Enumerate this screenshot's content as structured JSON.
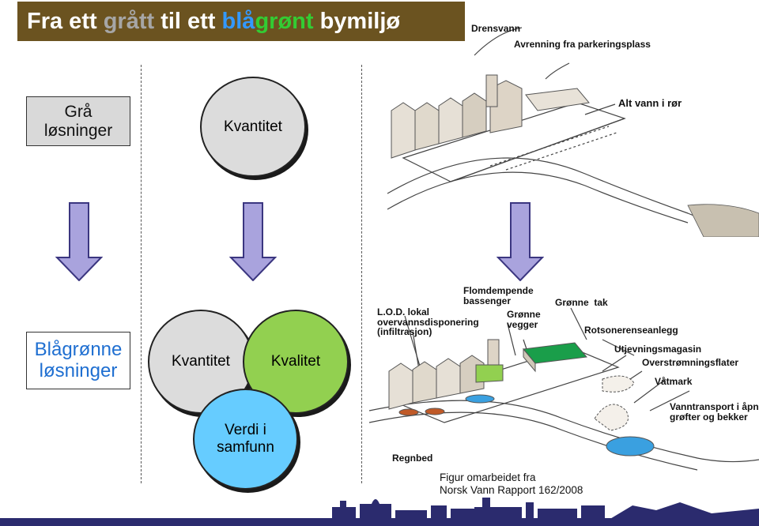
{
  "title": {
    "part1": "Fra ett ",
    "part2": "grått",
    "part3": " til ett ",
    "part4": "blågrønt",
    "part5": " bymiljø",
    "color_white": "#ffffff",
    "color_grey": "#a6a6a6",
    "color_blue": "#3399ff",
    "color_green": "#33cc33",
    "background": "#6b5320"
  },
  "left": {
    "gray_solutions": "Grå\nløsninger",
    "bluegreen_solutions": "Blågrønne\nløsninger"
  },
  "circles": {
    "top_quantity": "Kvantitet",
    "bottom_quantity": "Kvantitet",
    "quality": "Kvalitet",
    "value": "Verdi i\nsamfunn"
  },
  "colors": {
    "gray_box": "#d9d9d9",
    "gray_circle": "#dcdcdc",
    "green_circle": "#92d050",
    "blue_circle": "#66ccff",
    "arrow_fill": "#a9a3dd",
    "arrow_stroke": "#3b3680",
    "bluegreen_text": "#1f6fd1",
    "footer": "#2b2b6e"
  },
  "illustration_top": {
    "drensvann": "Drensvann",
    "avrenning": "Avrenning fra parkeringsplass",
    "alt_vann": "Alt vann i rør"
  },
  "illustration_bottom": {
    "flomdempende": "Flomdempende\nbassenger",
    "lod": "L.O.D. lokal\novervannsdisponering\n(infiltrasjon)",
    "gronne_vegger": "Grønne\nvegger",
    "gronne_tak": "Grønne  tak",
    "rotsone": "Rotsonerenseanlegg",
    "utjevning": "Utjevningsmagasin",
    "oversvomning": "Overstrømningsflater",
    "vatmark": "Våtmark",
    "vanntransport": "Vanntransport i åpne\ngrøfter og bekker",
    "regnbed": "Regnbed"
  },
  "caption": "Figur omarbeidet fra\nNorsk Vann Rapport 162/2008"
}
